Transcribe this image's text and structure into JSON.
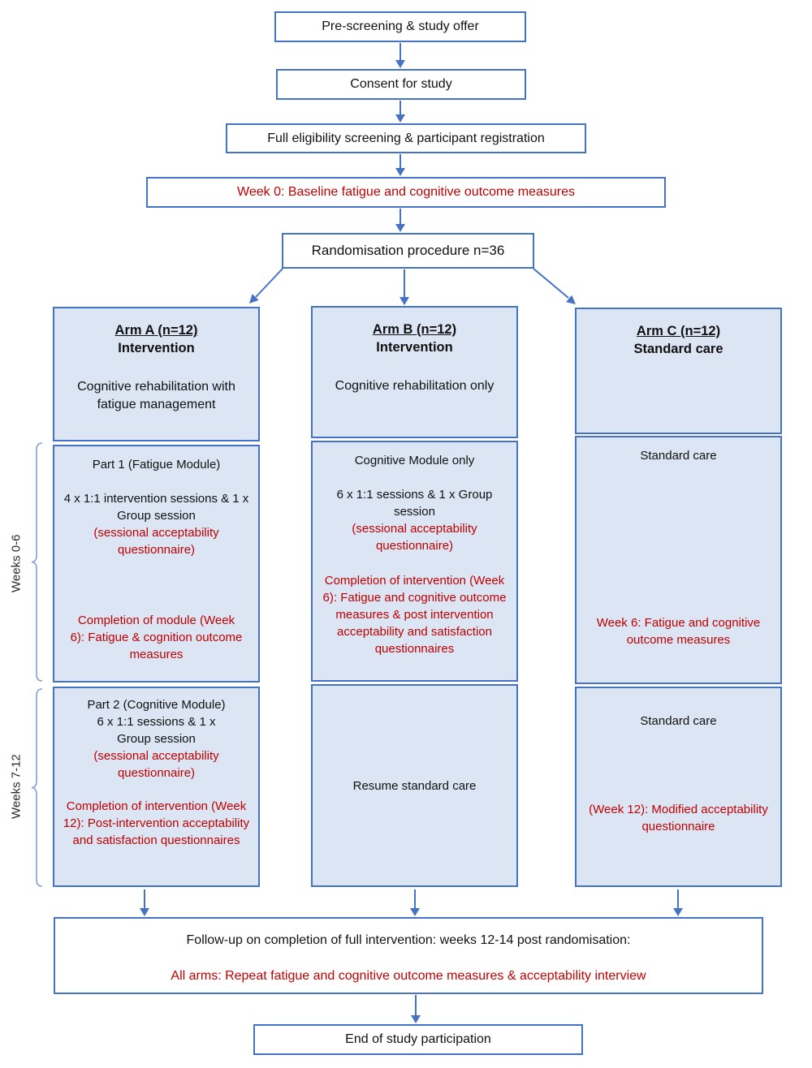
{
  "colors": {
    "accent_blue": "#4472c4",
    "box_fill_light_blue": "#dbe5f3",
    "alert_red": "#c00000",
    "text_black": "#111111"
  },
  "top_flow": {
    "prescreening": "Pre-screening & study offer",
    "consent": "Consent for study",
    "eligibility": "Full eligibility screening & participant registration",
    "week0": "Week 0: Baseline fatigue and cognitive outcome measures",
    "randomisation": "Randomisation procedure n=36"
  },
  "timeline": {
    "phase1": "Weeks 0-6",
    "phase2": "Weeks 7-12"
  },
  "arm_a": {
    "header_title": "Arm A (n=12)",
    "header_subtitle": "Intervention",
    "header_desc": "Cognitive rehabilitation with fatigue management",
    "p1_title": "Part 1 (Fatigue Module)",
    "p1_sessions": "4 x 1:1 intervention sessions & 1 x Group session",
    "p1_questionnaire": "(sessional acceptability questionnaire)",
    "p1_completion": "Completion of module (Week 6): Fatigue & cognition outcome measures",
    "p2_title": "Part 2 (Cognitive Module)",
    "p2_sessions": "6 x 1:1 sessions & 1 x Group session",
    "p2_questionnaire": "(sessional acceptability questionnaire)",
    "p2_completion": "Completion of intervention (Week 12): Post-intervention acceptability and satisfaction questionnaires"
  },
  "arm_b": {
    "header_title": "Arm B (n=12)",
    "header_subtitle": "Intervention",
    "header_desc": "Cognitive rehabilitation only",
    "p1_title": "Cognitive Module only",
    "p1_sessions": "6 x 1:1 sessions & 1 x Group session",
    "p1_questionnaire": "(sessional acceptability questionnaire)",
    "p1_completion": "Completion of intervention (Week 6): Fatigue and cognitive outcome measures & post intervention acceptability and satisfaction questionnaires",
    "p2_text": "Resume standard care"
  },
  "arm_c": {
    "header_title": "Arm C (n=12)",
    "header_subtitle": "Standard care",
    "p1_title": "Standard care",
    "p1_completion": "Week 6: Fatigue and cognitive outcome measures",
    "p2_title": "Standard care",
    "p2_completion": "(Week 12): Modified acceptability questionnaire"
  },
  "followup": {
    "heading": "Follow-up on completion of full intervention: weeks 12-14 post randomisation:",
    "all_arms": "All arms: Repeat fatigue and cognitive outcome measures & acceptability interview"
  },
  "end_box": {
    "text": "End of study participation"
  }
}
